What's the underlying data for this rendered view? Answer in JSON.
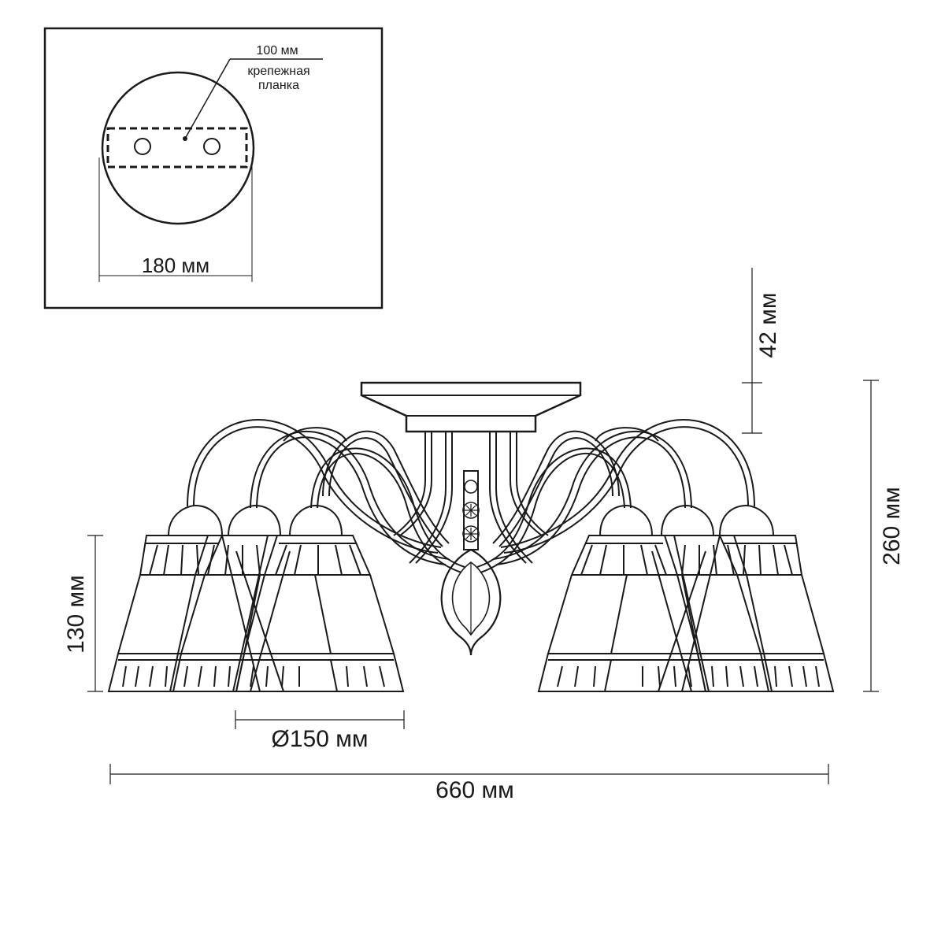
{
  "inset": {
    "plate_width_label": "100 мм",
    "plate_name_line1": "крепежная",
    "plate_name_line2": "планка",
    "canopy_diameter_label": "180 мм"
  },
  "dimensions": {
    "canopy_height": "42 мм",
    "total_height": "260 мм",
    "shade_height": "130 мм",
    "shade_diameter": "Ø150 мм",
    "total_width": "660 мм"
  },
  "colors": {
    "line": "#1a1a1a",
    "background": "#ffffff"
  }
}
